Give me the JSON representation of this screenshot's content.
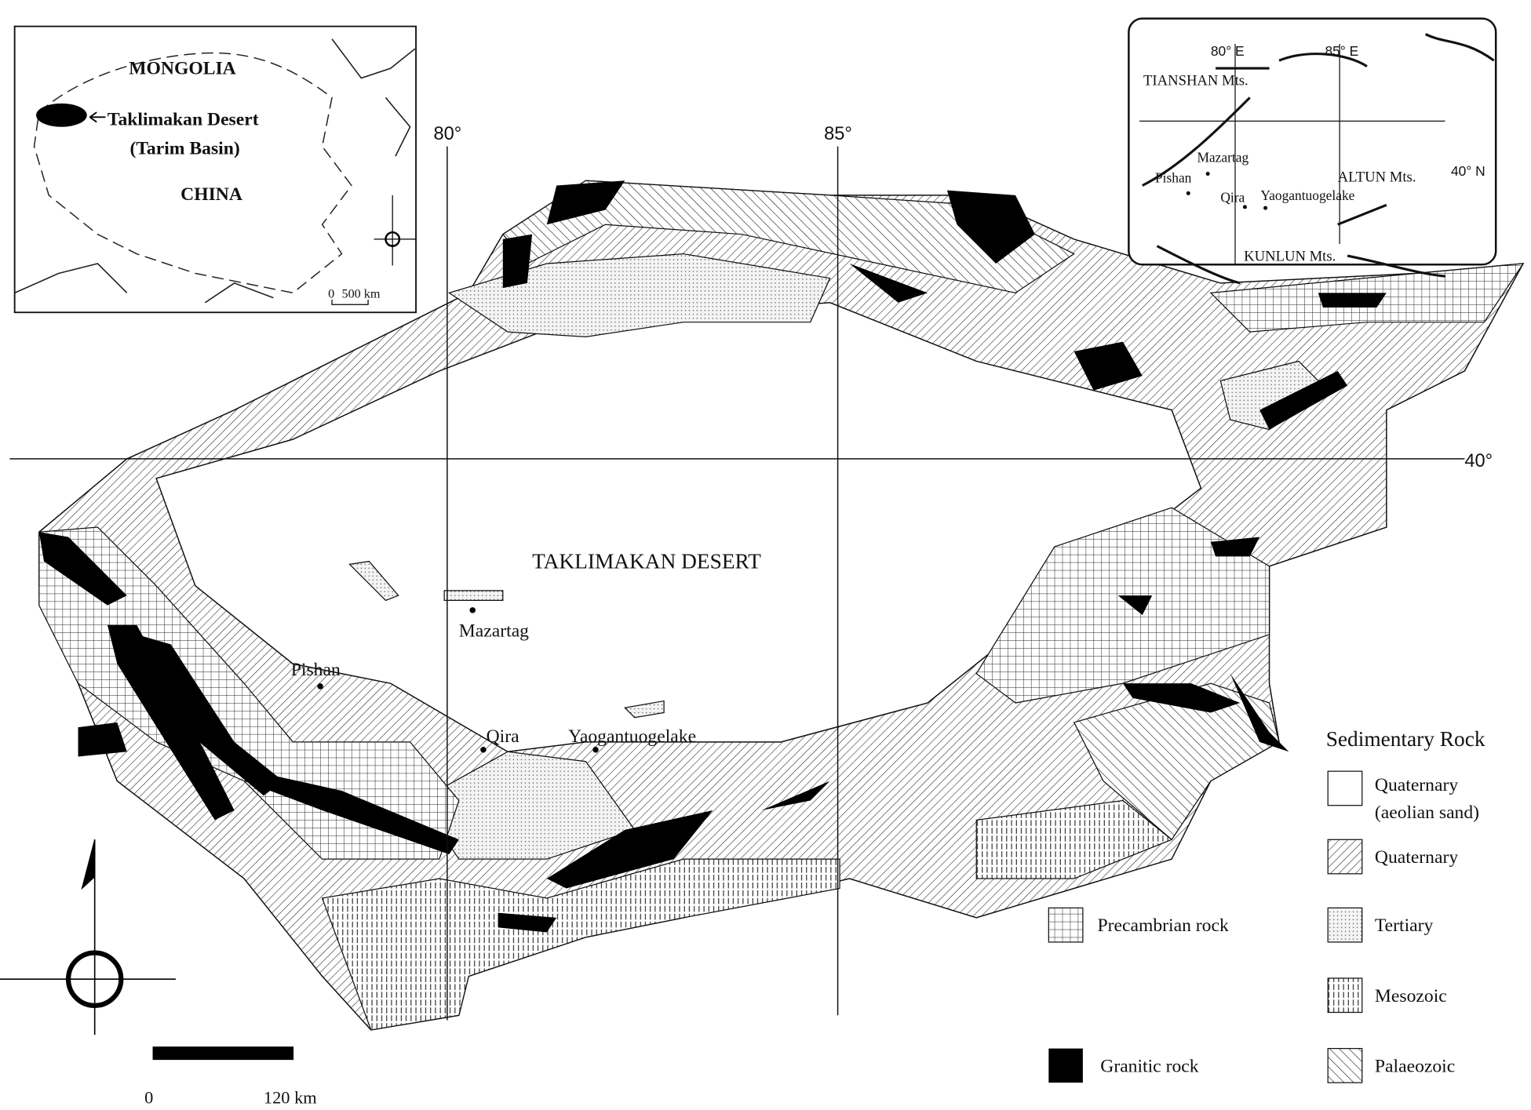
{
  "main_map": {
    "title": "TAKLIMAKAN DESERT",
    "graticule": {
      "lon_80": "80°",
      "lon_85": "85°",
      "lat_40": "40°"
    },
    "places": [
      {
        "name": "Mazartag"
      },
      {
        "name": "Pishan"
      },
      {
        "name": "Qira"
      },
      {
        "name": "Yaogantuogelake"
      }
    ],
    "scale_bar": {
      "start": "0",
      "end": "120 km"
    }
  },
  "overview_inset": {
    "labels": {
      "mongolia": "MONGOLIA",
      "desert": "Taklimakan  Desert",
      "basin": "(Tarim Basin)",
      "china": "CHINA"
    },
    "scale_bar": {
      "start": "0",
      "end": "500 km"
    }
  },
  "location_inset": {
    "lon_80": "80° E",
    "lon_85": "85° E",
    "lat_40": "40° N",
    "mountains": {
      "tianshan": "TIANSHAN Mts.",
      "altun": "ALTUN Mts.",
      "kunlun": "KUNLUN Mts."
    },
    "places": {
      "mazartag": "Mazartag",
      "pishan": "Pishan",
      "qira": "Qira",
      "yaogan": "Yaogantuogelake"
    }
  },
  "legend": {
    "sedimentary_heading": "Sedimentary Rock",
    "items": [
      {
        "label": "Quaternary",
        "label2": "(aeolian sand)",
        "pattern": "blank"
      },
      {
        "label": "Quaternary",
        "pattern": "diagonal-hatch"
      },
      {
        "label": "Tertiary",
        "pattern": "stipple"
      },
      {
        "label": "Mesozoic",
        "pattern": "vertical-hatch"
      },
      {
        "label": "Palaeozoic",
        "pattern": "back-diagonal-hatch"
      }
    ],
    "other_items": [
      {
        "label": "Precambrian rock",
        "pattern": "grid"
      },
      {
        "label": "Granitic rock",
        "pattern": "solid-black"
      }
    ]
  }
}
